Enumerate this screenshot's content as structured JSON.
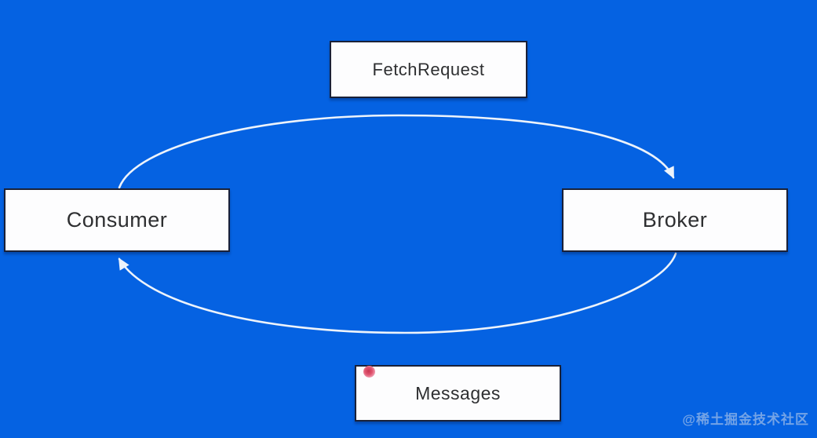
{
  "diagram": {
    "type": "flow-diagram",
    "background_color": "#0562e2",
    "arrow_color": "#edf3fb",
    "box_fill": "#fdfdfe",
    "box_border_color": "#1a2138",
    "box_text_color": "#2e2f31",
    "pointer_dot_color": "#e0556f",
    "nodes": [
      {
        "id": "fetch-request",
        "label": "FetchRequest"
      },
      {
        "id": "consumer",
        "label": "Consumer"
      },
      {
        "id": "broker",
        "label": "Broker"
      },
      {
        "id": "messages",
        "label": "Messages"
      }
    ],
    "edges": [
      {
        "from": "Consumer",
        "to": "Broker",
        "arc": "top",
        "label": "FetchRequest"
      },
      {
        "from": "Broker",
        "to": "Consumer",
        "arc": "bottom",
        "label": "Messages"
      }
    ]
  },
  "watermark": {
    "text": "@稀土掘金技术社区"
  }
}
